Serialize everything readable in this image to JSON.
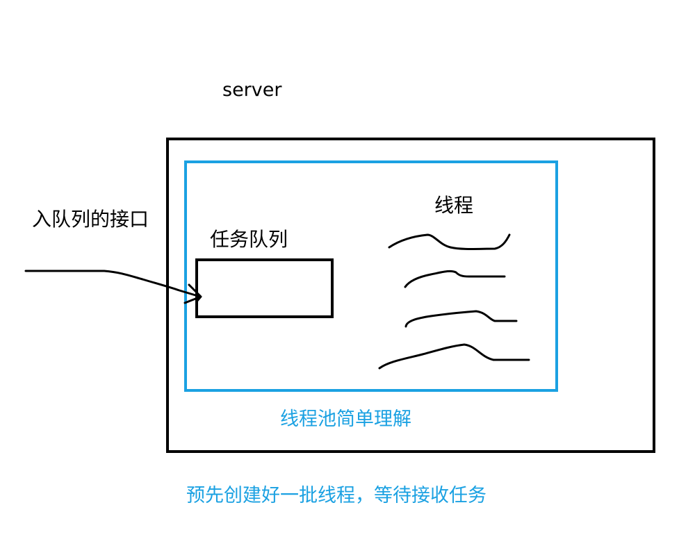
{
  "labels": {
    "server": "server",
    "enqueue_interface": "入队列的接口",
    "task_queue": "任务队列",
    "threads": "线程",
    "pool_caption": "线程池简单理解",
    "bottom_caption": "预先创建好一批线程，等待接收任务"
  },
  "colors": {
    "ink": "#000000",
    "accent_blue": "#1ba1e2"
  }
}
